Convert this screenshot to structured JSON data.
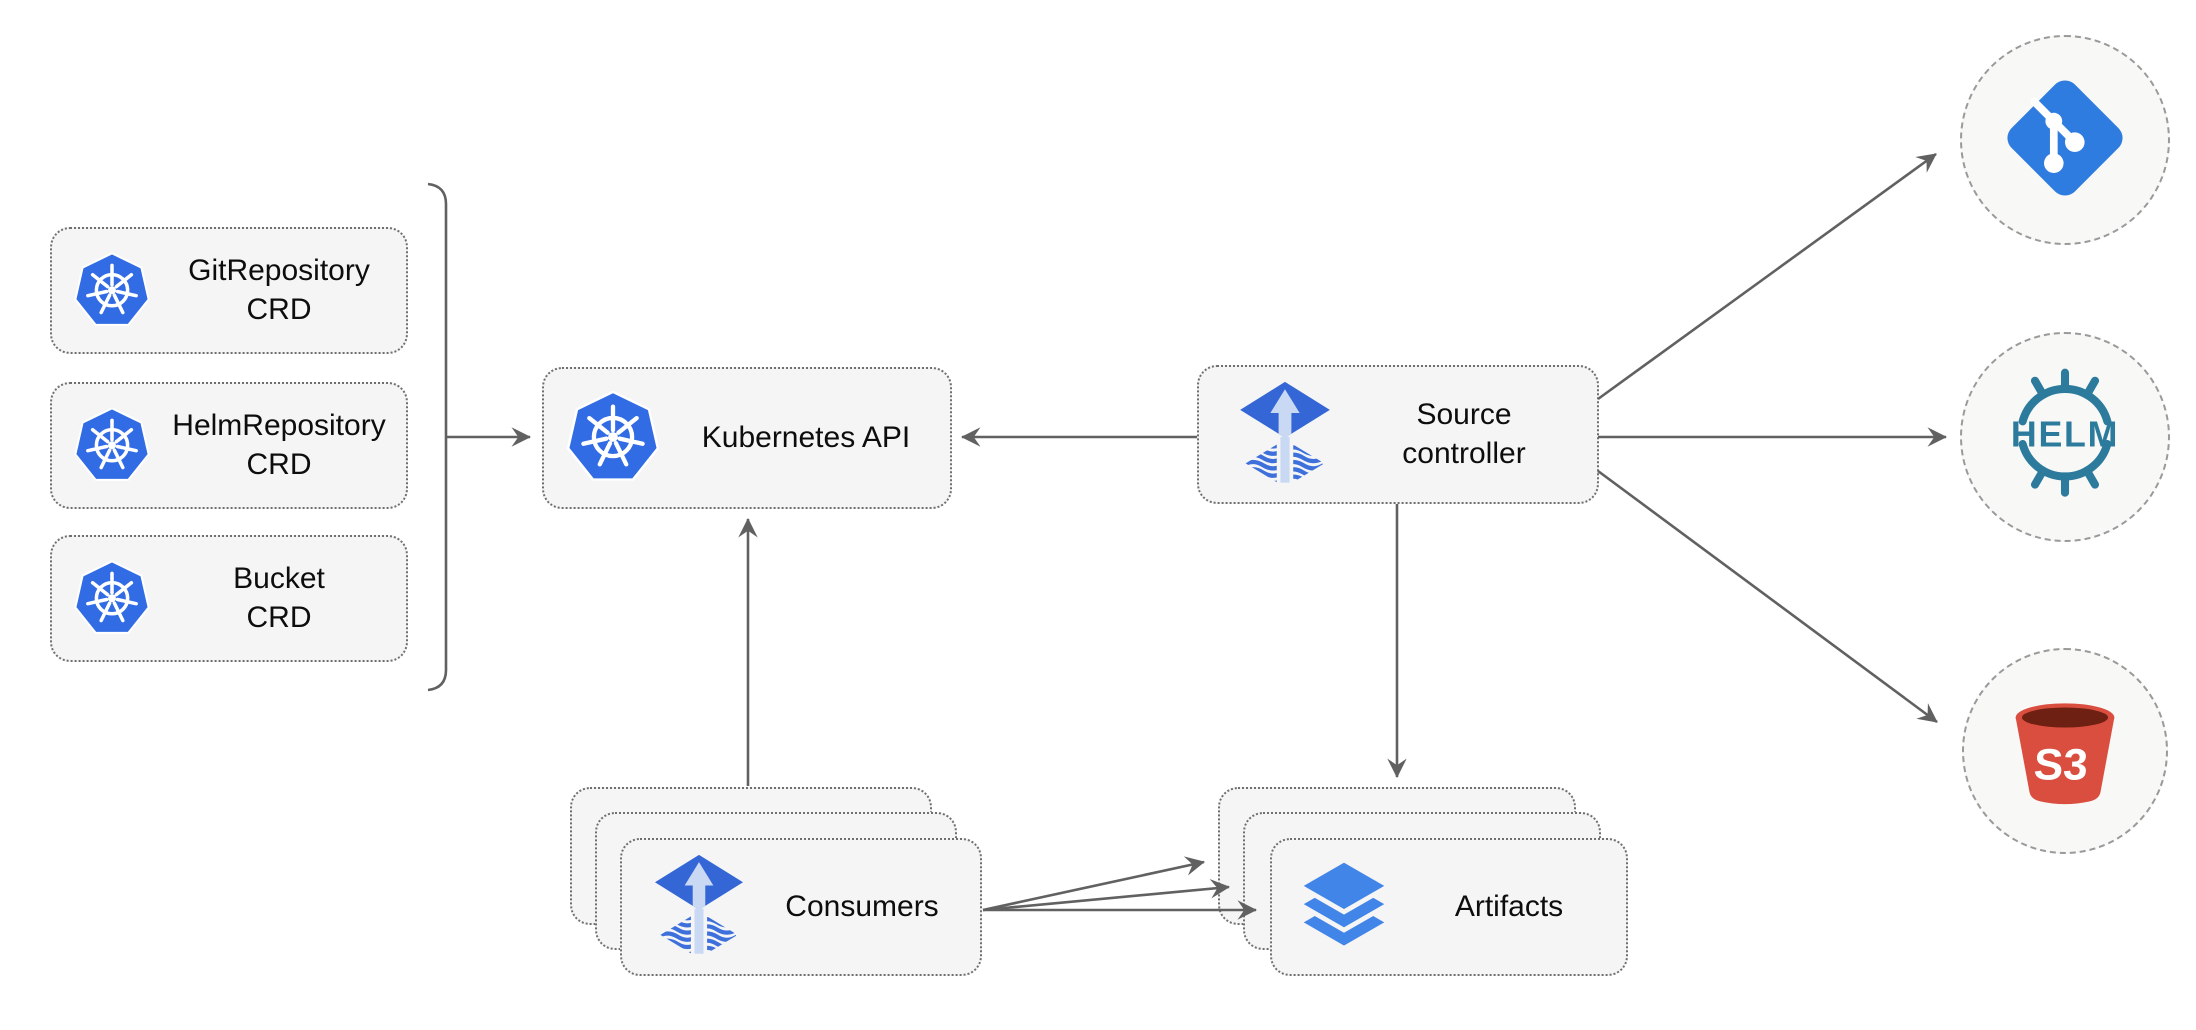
{
  "canvas": {
    "background": "#ffffff"
  },
  "palette": {
    "box_fill": "#f5f5f5",
    "box_border": "#6f6f6f",
    "circle_fill": "#f8f8f6",
    "circle_border": "#9a9a9a",
    "edge": "#616161",
    "text": "#0d0d0d",
    "kubernetes_blue": "#326ce5",
    "flux_blue": "#3566d6",
    "flux_arrow_light": "#c9d8f3",
    "git_blue": "#2f7ce0",
    "helm_teal": "#2c7b9d",
    "s3_red": "#da4e3f",
    "s3_dark_interior": "#6e2012",
    "layers_blue": "#4285e8"
  },
  "nodes": {
    "crd_boxes": [
      {
        "line1": "GitRepository",
        "line2": "CRD",
        "icon": "kubernetes-icon"
      },
      {
        "line1": "HelmRepository",
        "line2": "CRD",
        "icon": "kubernetes-icon"
      },
      {
        "line1": "Bucket",
        "line2": "CRD",
        "icon": "kubernetes-icon"
      }
    ],
    "kubernetes_api": {
      "label": "Kubernetes API",
      "icon": "kubernetes-icon"
    },
    "source_controller": {
      "line1": "Source",
      "line2": "controller",
      "icon": "flux-icon"
    },
    "consumers": {
      "label": "Consumers",
      "icon": "flux-icon",
      "stacked_count": 3
    },
    "artifacts": {
      "label": "Artifacts",
      "icon": "layers-icon",
      "stacked_count": 3
    },
    "git_circle": {
      "icon": "git-icon"
    },
    "helm_circle": {
      "icon": "helm-icon",
      "logo_text": "HELM"
    },
    "s3_circle": {
      "icon": "s3-bucket-icon",
      "logo_text": "S3"
    }
  },
  "edges": [
    {
      "from": "crd-bracket",
      "to": "kubernetes-api",
      "arrow": "end"
    },
    {
      "from": "source-controller",
      "to": "kubernetes-api",
      "arrow": "end"
    },
    {
      "from": "consumers",
      "to": "kubernetes-api",
      "arrow": "end"
    },
    {
      "from": "source-controller",
      "to": "artifacts",
      "arrow": "end"
    },
    {
      "from": "source-controller",
      "to": "git-circle",
      "arrow": "end"
    },
    {
      "from": "source-controller",
      "to": "helm-circle",
      "arrow": "end"
    },
    {
      "from": "source-controller",
      "to": "s3-circle",
      "arrow": "end"
    },
    {
      "from": "consumers",
      "to": "artifacts-back",
      "arrow": "end"
    },
    {
      "from": "consumers",
      "to": "artifacts-middle",
      "arrow": "end"
    },
    {
      "from": "consumers",
      "to": "artifacts-front",
      "arrow": "end"
    }
  ]
}
